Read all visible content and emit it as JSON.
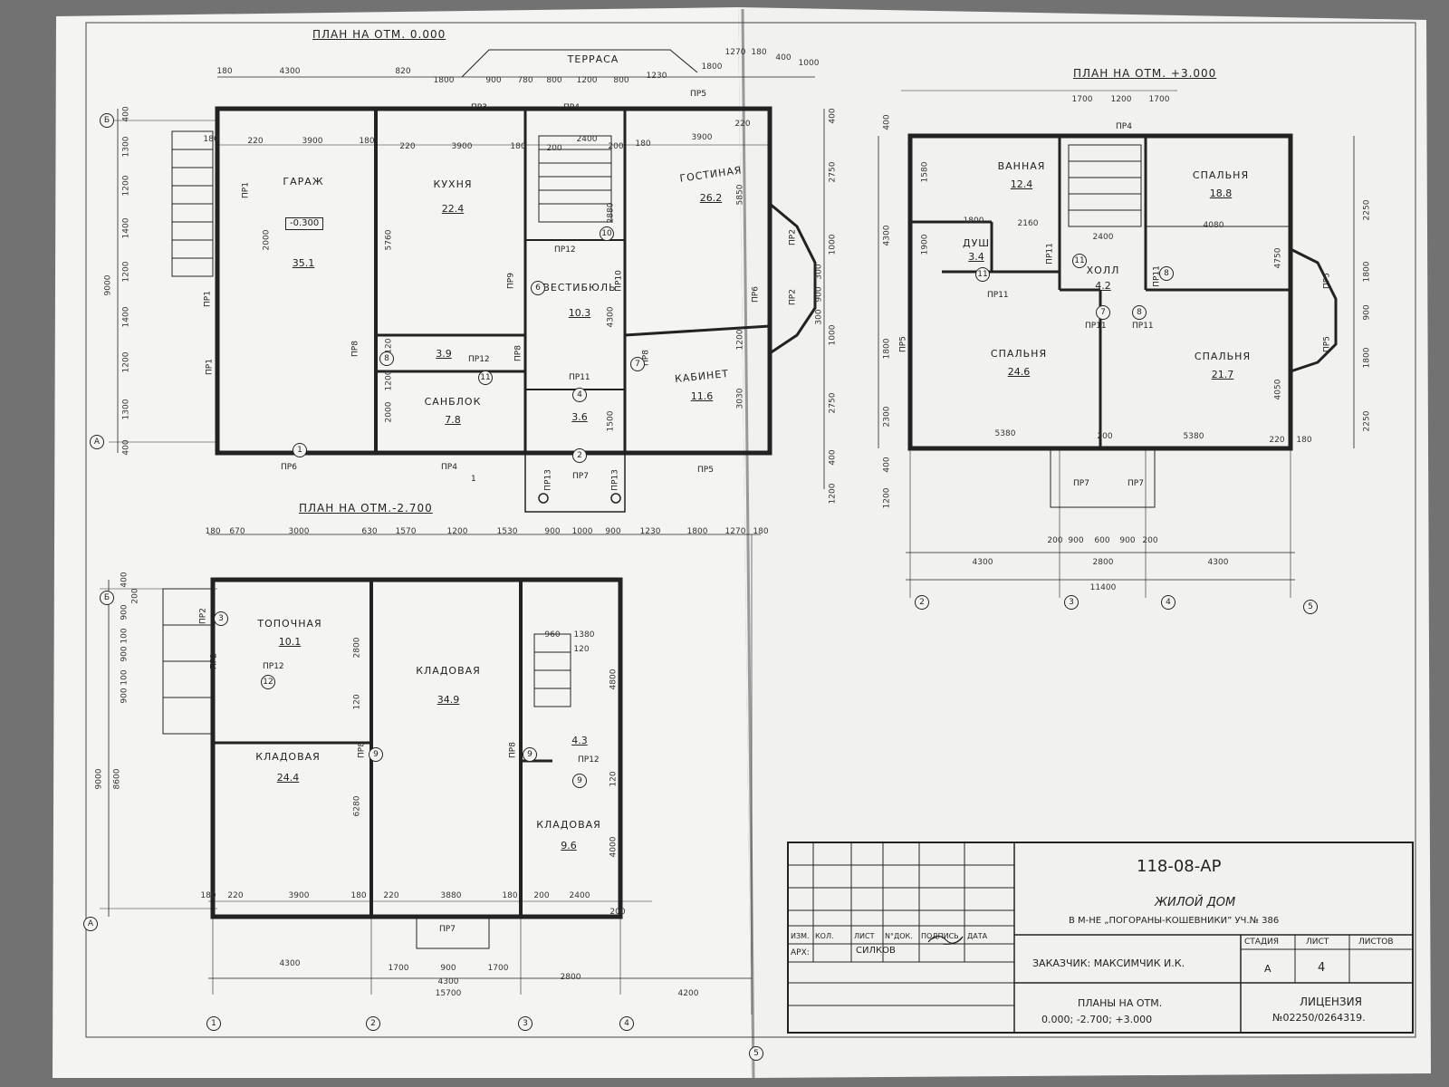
{
  "sheet": {
    "left_page_bg": "#f4f4f2",
    "right_page_bg": "#f1f1ef",
    "ink": "#222222"
  },
  "plan_ground": {
    "title": "ПЛАН НА ОТМ. 0.000",
    "terrace": "ТЕРРАСА",
    "rooms": [
      {
        "name": "ГАРАЖ",
        "area": "35.1"
      },
      {
        "name": "КУХНЯ",
        "area": "22.4"
      },
      {
        "name": "ГОСТИНАЯ",
        "area": "26.2"
      },
      {
        "name": "ВЕСТИБЮЛЬ",
        "area": "10.3"
      },
      {
        "name": "КАБИНЕТ",
        "area": "11.6"
      },
      {
        "name": "САНБЛОК",
        "area": "7.8"
      },
      {
        "name": "",
        "area": "3.9"
      },
      {
        "name": "",
        "area": "3.6"
      }
    ],
    "level_mark": "-0.300",
    "top_dims": [
      "180",
      "4300",
      "820",
      "1800",
      "900",
      "780",
      "800",
      "1200",
      "800",
      "1230",
      "1800",
      "1270",
      "180",
      "400",
      "1000"
    ],
    "inner_dims": [
      "180",
      "220",
      "3900",
      "180",
      "220",
      "3900",
      "180",
      "200",
      "2400",
      "200",
      "180",
      "3900",
      "220"
    ],
    "left_dims": [
      "400",
      "1300",
      "1200",
      "1400",
      "1200",
      "1400",
      "1200",
      "1300",
      "400"
    ],
    "left_total": "9000",
    "inner_vert": [
      "5760",
      "3120",
      "2000",
      "2880",
      "4300",
      "5850",
      "3030",
      "1500",
      "2000",
      "1200",
      "1200"
    ],
    "right_dims": [
      "400",
      "2750",
      "1000",
      "300",
      "900",
      "300",
      "1000",
      "2750",
      "400",
      "1200"
    ],
    "doors": [
      "ПР1",
      "ПР1",
      "ПР1",
      "ПР3",
      "ПР4",
      "ПР5",
      "ПР2",
      "ПР2",
      "ПР6",
      "ПР9",
      "ПР10",
      "ПР12",
      "ПР8",
      "ПР8",
      "ПР8",
      "ПР12",
      "ПР11",
      "ПР6",
      "ПР4",
      "ПР7",
      "ПР13",
      "ПР13",
      "ПР5"
    ],
    "marks": [
      "1",
      "2",
      "4",
      "6",
      "7",
      "8",
      "10",
      "11",
      "1"
    ]
  },
  "plan_basement": {
    "title": "ПЛАН НА ОТМ.-2.700",
    "rooms": [
      {
        "name": "ТОПОЧНАЯ",
        "area": "10.1"
      },
      {
        "name": "КЛАДОВАЯ",
        "area": "34.9"
      },
      {
        "name": "КЛАДОВАЯ",
        "area": "24.4"
      },
      {
        "name": "КЛАДОВАЯ",
        "area": "9.6"
      },
      {
        "name": "",
        "area": "4.3"
      }
    ],
    "top_dims": [
      "180",
      "670",
      "3000",
      "630",
      "1570",
      "1200",
      "1530",
      "900",
      "1000",
      "900",
      "1230",
      "1800",
      "1270",
      "180"
    ],
    "bottom_dims": [
      "180",
      "220",
      "3900",
      "180",
      "220",
      "3880",
      "180",
      "200",
      "2400",
      "200"
    ],
    "bottom_totals": [
      "4300",
      "1700",
      "900",
      "1700",
      "4300",
      "2800",
      "15700",
      "4200"
    ],
    "left_dims": [
      "400",
      "200",
      "900",
      "100",
      "900",
      "100",
      "900"
    ],
    "left_totals": [
      "9000",
      "8600"
    ],
    "inner_vert": [
      "2800",
      "120",
      "6280",
      "4800",
      "4000",
      "120"
    ],
    "stair_dims": [
      "960",
      "1380",
      "120"
    ],
    "doors": [
      "ПР2",
      "ПР2",
      "ПР12",
      "ПР8",
      "ПР8",
      "ПР12",
      "ПР7"
    ],
    "marks": [
      "3",
      "12",
      "9",
      "9",
      "9"
    ],
    "axes_bottom": [
      "1",
      "2",
      "3",
      "4",
      "5"
    ],
    "axes_left": [
      "Б",
      "А"
    ]
  },
  "plan_upper": {
    "title": "ПЛАН НА ОТМ. +3.000",
    "rooms": [
      {
        "name": "ВАННАЯ",
        "area": "12.4"
      },
      {
        "name": "СПАЛЬНЯ",
        "area": "18.8"
      },
      {
        "name": "ДУШ",
        "area": "3.4"
      },
      {
        "name": "ХОЛЛ",
        "area": "4.2"
      },
      {
        "name": "СПАЛЬНЯ",
        "area": "24.6"
      },
      {
        "name": "СПАЛЬНЯ",
        "area": "21.7"
      }
    ],
    "top_dims": [
      "1700",
      "1200",
      "1700"
    ],
    "inner_dims": [
      "1800",
      "2160",
      "2400",
      "4080",
      "5380",
      "5380",
      "220",
      "180",
      "200"
    ],
    "bottom_dims": [
      "200",
      "900",
      "600",
      "900",
      "200",
      "4300",
      "2800",
      "4300",
      "11400"
    ],
    "left_dims": [
      "400",
      "4300",
      "1800",
      "2300",
      "400",
      "1200"
    ],
    "inner_vert": [
      "1580",
      "1900",
      "4750",
      "4050",
      "1800",
      "900",
      "1800",
      "2250",
      "2250"
    ],
    "doors": [
      "ПР4",
      "ПР5",
      "ПР11",
      "ПР11",
      "ПР11",
      "ПР11",
      "ПР11",
      "ПР5",
      "ПР5",
      "ПР7",
      "ПР7"
    ],
    "marks": [
      "11",
      "11",
      "7",
      "8",
      "8"
    ],
    "axes_bottom": [
      "2",
      "3",
      "4",
      "5"
    ]
  },
  "title_block": {
    "code": "118-08-АР",
    "project_name": "ЖИЛОЙ ДОМ",
    "location": "В М-НЕ „ПОГОРАНЫ-КОШЕВНИКИ” УЧ.№ 386",
    "columns": [
      "ИЗМ.",
      "КОЛ.",
      "ЛИСТ",
      "N°ДОК.",
      "ПОДПИСЬ",
      "ДАТА"
    ],
    "arch_label": "АРХ:",
    "arch_name": "СИЛКОВ",
    "customer": "ЗАКАЗЧИК: МАКСИМЧИК И.К.",
    "stage_label": "СТАДИЯ",
    "sheet_label": "ЛИСТ",
    "sheets_label": "ЛИСТОВ",
    "stage": "А",
    "sheet": "4",
    "sheets_title": "ПЛАНЫ НА ОТМ.",
    "sheets_levels": "0.000; -2.700; +3.000",
    "license_label": "ЛИЦЕНЗИЯ",
    "license_number": "№02250/0264319."
  }
}
